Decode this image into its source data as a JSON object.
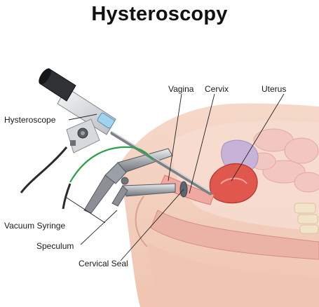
{
  "title": "Hysteroscopy",
  "labels": {
    "vagina": "Vagina",
    "cervix": "Cervix",
    "uterus": "Uterus",
    "hysteroscope": "Hysteroscope",
    "vacuum_syringe": "Vacuum Syringe",
    "speculum": "Speculum",
    "cervical_seal": "Cervical Seal"
  },
  "colors": {
    "skin": "#f3c9b3",
    "uterus": "#e0574d",
    "instrument": "#8c8f94",
    "tube": "#2aa24a",
    "cable": "#2b2b2b"
  }
}
